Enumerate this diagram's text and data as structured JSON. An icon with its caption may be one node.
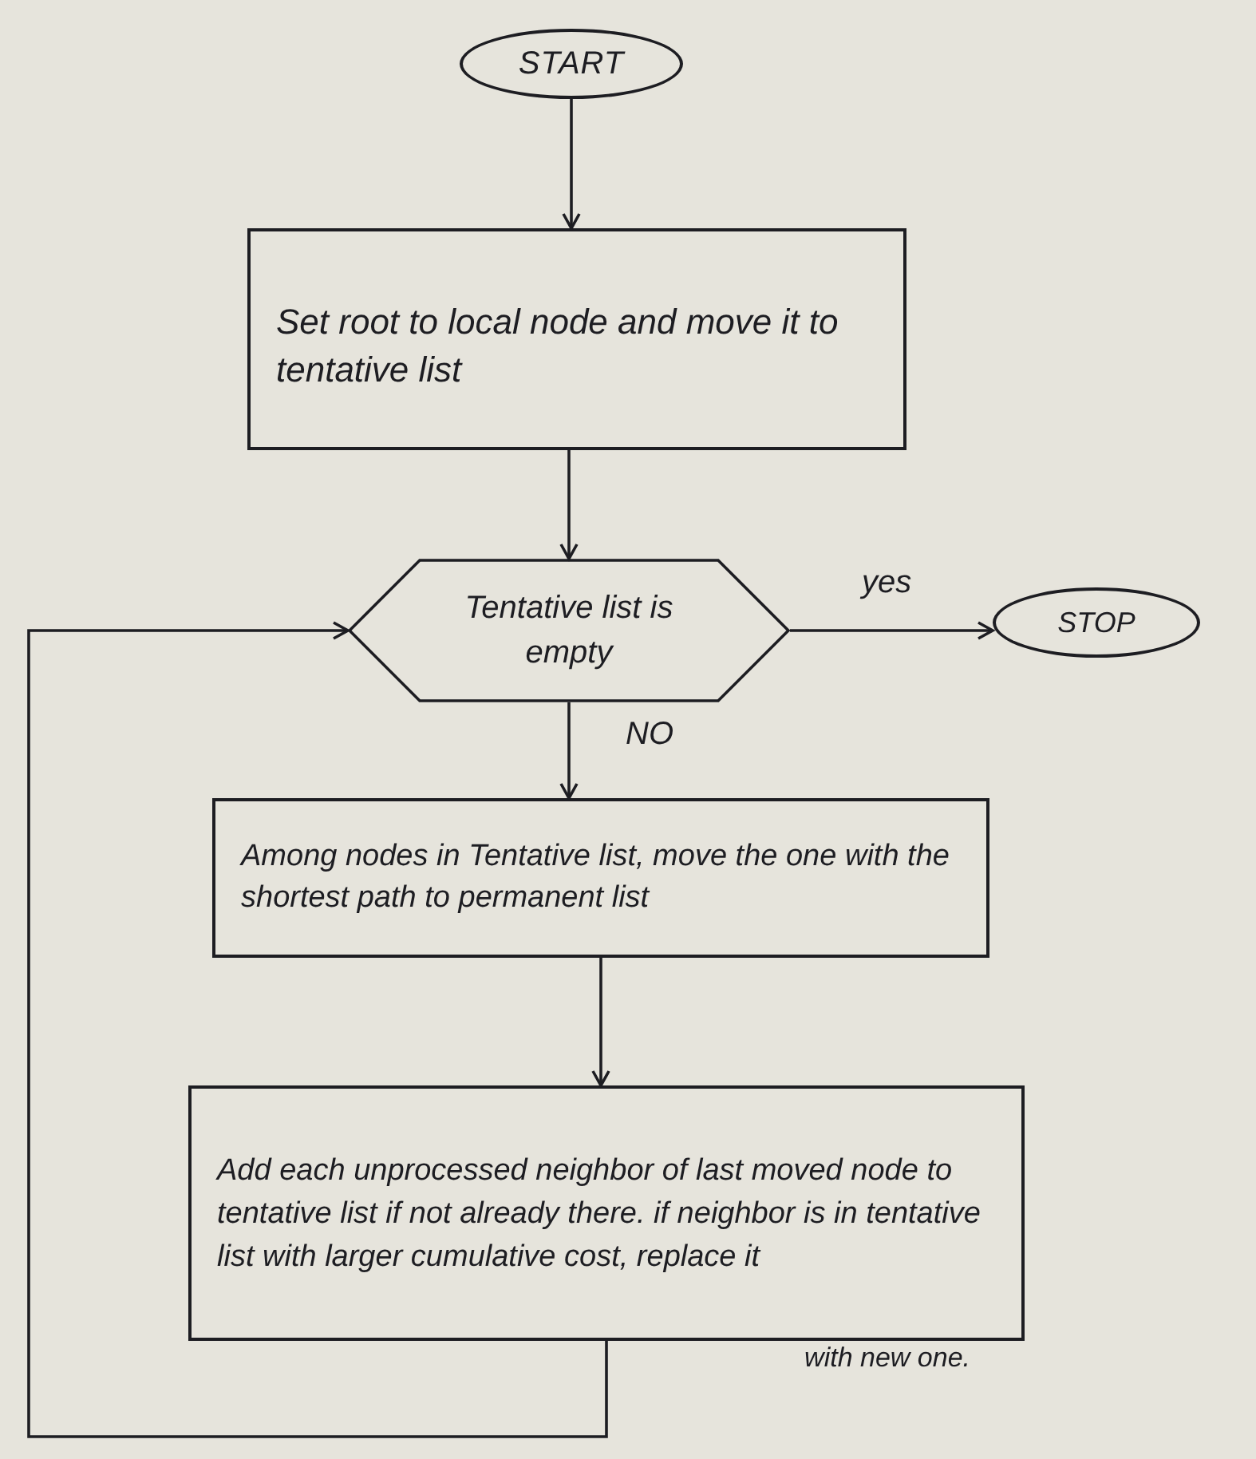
{
  "diagram": {
    "nodes": [
      {
        "text": [
          "START"
        ]
      },
      {
        "text": [
          "Set root to local node and move it to tentative list"
        ]
      },
      {
        "text": [
          "Tentative list is empty"
        ]
      },
      {
        "text": [
          "STOP"
        ]
      },
      {
        "text": [
          "Among nodes in Tentative list, move the one with the shortest path to permanent list"
        ]
      },
      {
        "text": [
          "Add each unprocessed neighbor of last moved node to tentative list if not already there. if neighbor is in tentative list with larger cumulative cost, replace it",
          "with new one."
        ]
      }
    ],
    "edges": [
      {
        "from": 0,
        "to": 1,
        "arrow": "to"
      },
      {
        "from": 1,
        "to": 2,
        "arrow": "to"
      },
      {
        "from": 2,
        "to": 3,
        "arrow": "to",
        "label": "yes"
      },
      {
        "from": 2,
        "to": 4,
        "arrow": "to",
        "label": "NO"
      },
      {
        "from": 4,
        "to": 5,
        "arrow": "to"
      },
      {
        "from": 5,
        "to": 2,
        "arrow": "to"
      }
    ]
  }
}
